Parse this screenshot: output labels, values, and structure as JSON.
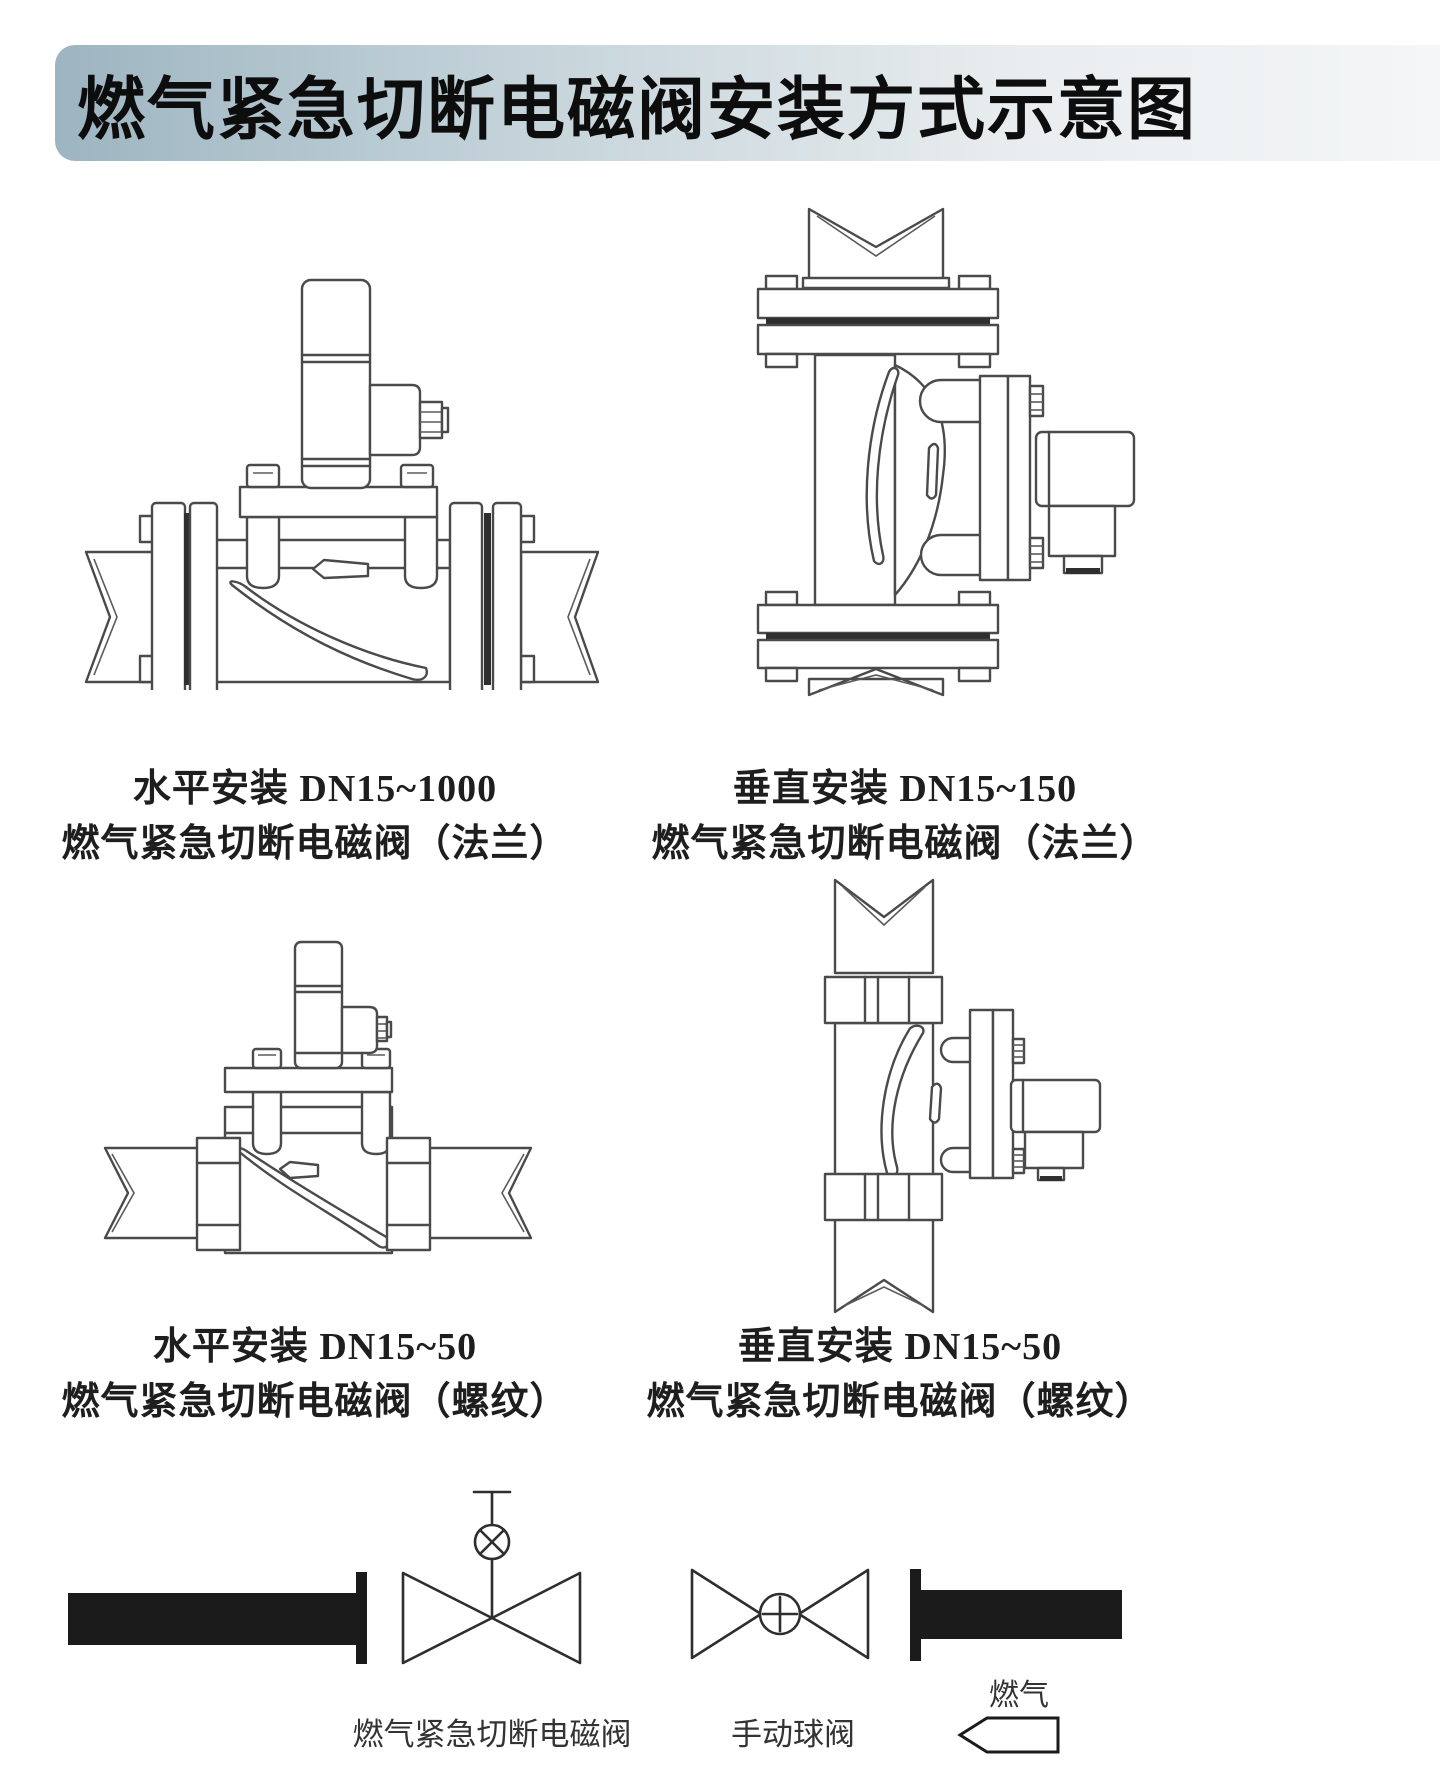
{
  "banner": {
    "title": "燃气紧急切断电磁阀安装方式示意图",
    "gradient_left": "#9db5c1",
    "gradient_right": "#f4f6f7",
    "text_color": "#0d0d0d"
  },
  "figures": [
    {
      "caption_line1": "水平安装 DN15~1000",
      "caption_line2": "燃气紧急切断电磁阀（法兰）"
    },
    {
      "caption_line1": "垂直安装 DN15~150",
      "caption_line2": "燃气紧急切断电磁阀（法兰）"
    },
    {
      "caption_line1": "水平安装 DN15~50",
      "caption_line2": "燃气紧急切断电磁阀（螺纹）"
    },
    {
      "caption_line1": "垂直安装 DN15~50",
      "caption_line2": "燃气紧急切断电磁阀（螺纹）"
    }
  ],
  "schematic": {
    "solenoid_valve_label": "燃气紧急切断电磁阀",
    "manual_valve_label": "手动球阀",
    "gas_flow_label": "燃气",
    "pipe_color": "#1b1b1b",
    "line_color": "#2e2e2e"
  }
}
